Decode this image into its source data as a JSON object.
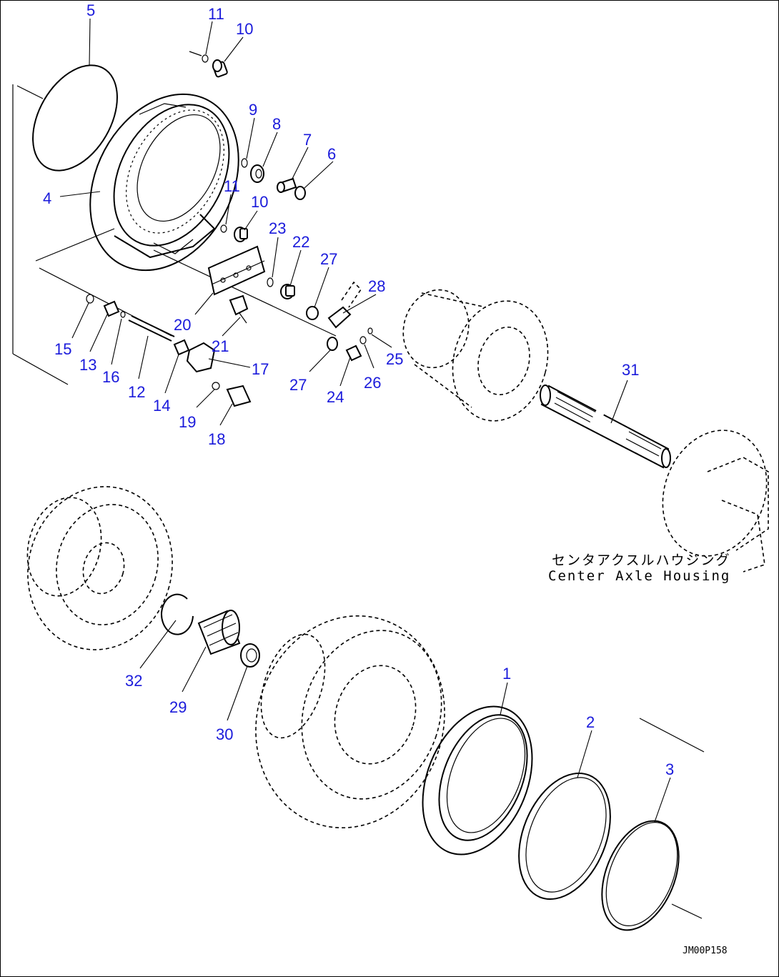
{
  "callouts": {
    "p1": "1",
    "p2": "2",
    "p3": "3",
    "p4": "4",
    "p5": "5",
    "p6": "6",
    "p7": "7",
    "p8": "8",
    "p9": "9",
    "p10a": "10",
    "p10b": "10",
    "p11a": "11",
    "p11b": "11",
    "p12": "12",
    "p13": "13",
    "p14": "14",
    "p15": "15",
    "p16": "16",
    "p17": "17",
    "p18": "18",
    "p19": "19",
    "p20": "20",
    "p21": "21",
    "p22": "22",
    "p23": "23",
    "p24": "24",
    "p25": "25",
    "p26": "26",
    "p27a": "27",
    "p27b": "27",
    "p28": "28",
    "p29": "29",
    "p30": "30",
    "p31": "31",
    "p32": "32"
  },
  "note": {
    "japanese": "センタアクスルハウジング",
    "english": "Center Axle Housing"
  },
  "drawing_code": "JM00P158",
  "colors": {
    "callout": "#1a1adb",
    "line": "#000000",
    "background": "#ffffff"
  }
}
